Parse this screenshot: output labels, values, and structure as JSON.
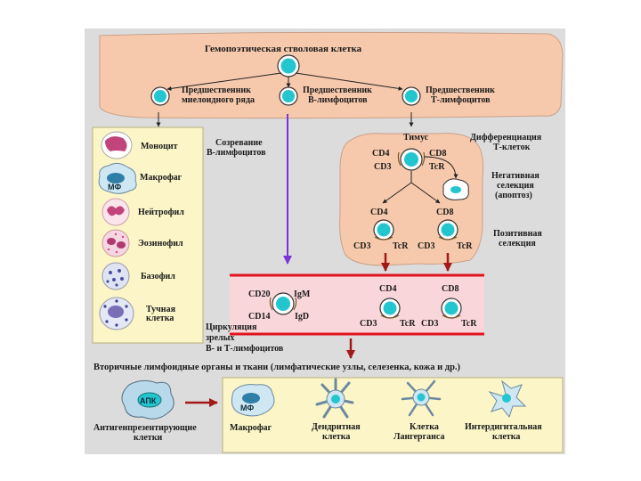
{
  "stem_cell_title": "Гемопоэтическая стволовая клетка",
  "progenitors": {
    "myeloid": [
      "Предшественник",
      "миелоидного ряда"
    ],
    "b": [
      "Предшественник",
      "В-лимфоцитов"
    ],
    "t": [
      "Предшественник",
      "Т-лимфоцитов"
    ]
  },
  "myeloid_cells": [
    {
      "label": [
        "Моноцит"
      ]
    },
    {
      "label": [
        "Макрофаг"
      ],
      "badge": "МФ"
    },
    {
      "label": [
        "Нейтрофил"
      ]
    },
    {
      "label": [
        "Эозинофил"
      ]
    },
    {
      "label": [
        "Базофил"
      ]
    },
    {
      "label": [
        "Тучная",
        "клетка"
      ]
    }
  ],
  "b_maturation": [
    "Созревание",
    "В-лимфоцитов"
  ],
  "thymus": {
    "title": "Тимус",
    "cd4": "CD4",
    "cd8": "CD8",
    "cd3": "CD3",
    "tcr": "TcR"
  },
  "t_diff": [
    "Дифференциация",
    "Т-клеток"
  ],
  "neg_selection": [
    "Негативная",
    "селекция",
    "(апоптоз)"
  ],
  "pos_selection": [
    "Позитивная",
    "селекция"
  ],
  "circulation": {
    "cd20": "CD20",
    "cd14": "CD14",
    "igm": "IgM",
    "igd": "IgD",
    "cd4": "CD4",
    "cd8": "CD8",
    "cd3": "CD3",
    "tcr": "TcR",
    "label": [
      "Циркуляция",
      "зрелых",
      "В- и Т-лимфоцитов"
    ]
  },
  "secondary_title": "Вторичные лимфоидные органы и ткани (лимфатические узлы, селезенка, кожа и др.)",
  "apc": {
    "badge": "АПК",
    "label": [
      "Антигенпрезентирующие",
      "клетки"
    ]
  },
  "secondary_cells": [
    {
      "label": [
        "Макрофаг"
      ],
      "badge": "МФ"
    },
    {
      "label": [
        "Дендритная",
        "клетка"
      ]
    },
    {
      "label": [
        "Клетка",
        "Лангерганса"
      ]
    },
    {
      "label": [
        "Интердигитальная",
        "клетка"
      ]
    }
  ],
  "colors": {
    "top_band": "#f7c9ac",
    "thymus": "#f7c9ac",
    "cell_box": "#fbf5c8",
    "circulation": "#f9d6da",
    "red_line": "#e0141e",
    "cell_cyan": "#23c6cf",
    "arrow_purple": "#7a34d8",
    "arrow_red": "#a51818"
  }
}
